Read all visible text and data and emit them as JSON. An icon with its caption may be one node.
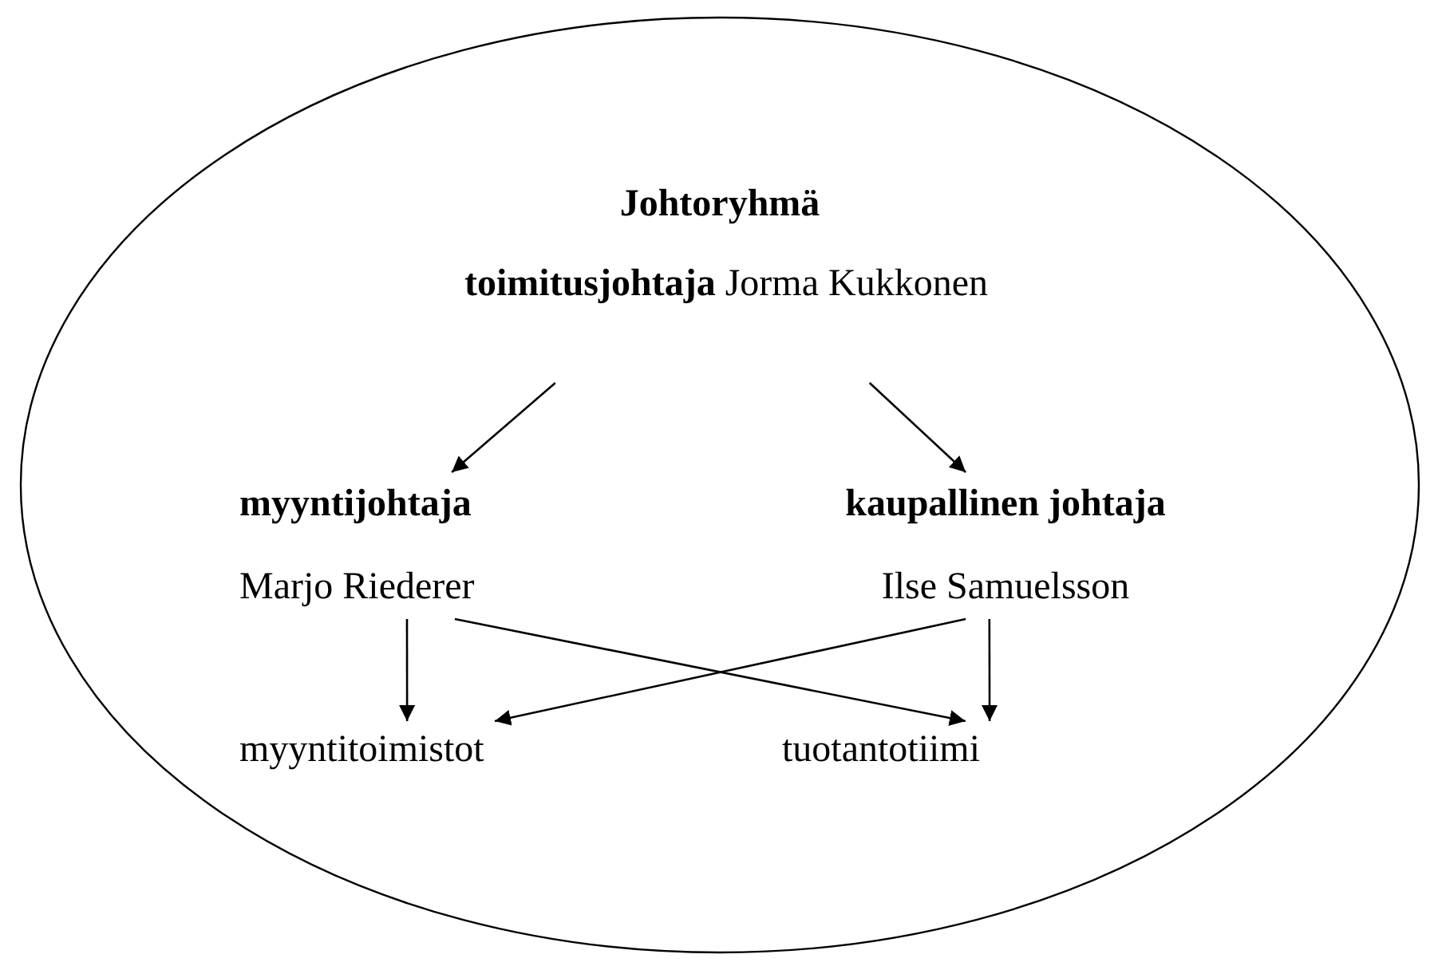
{
  "diagram": {
    "nodes": [
      {
        "text": [
          "Johtoryhmä"
        ]
      },
      {
        "text": [
          "**toimitusjohtaja** Jorma Kukkonen"
        ],
        "in": 0
      },
      {
        "text": [
          "myyntijohtaja",
          "Marjo Riederer"
        ],
        "in": 0
      },
      {
        "text": [
          "kaupallinen johtaja",
          "Ilse Samuelsson"
        ],
        "in": 0
      },
      {
        "text": [
          "myyntitoimistot"
        ],
        "in": 0
      },
      {
        "text": [
          "tuotantotiimi"
        ],
        "in": 0
      }
    ],
    "edges": [
      {
        "from": 1,
        "to": 2,
        "arrow": "to"
      },
      {
        "from": 1,
        "to": 3,
        "arrow": "to"
      },
      {
        "from": 2,
        "to": 4,
        "arrow": "to"
      },
      {
        "from": 2,
        "to": 5,
        "arrow": "to"
      },
      {
        "from": 3,
        "to": 4,
        "arrow": "to"
      },
      {
        "from": 3,
        "to": 5,
        "arrow": "to"
      }
    ]
  }
}
